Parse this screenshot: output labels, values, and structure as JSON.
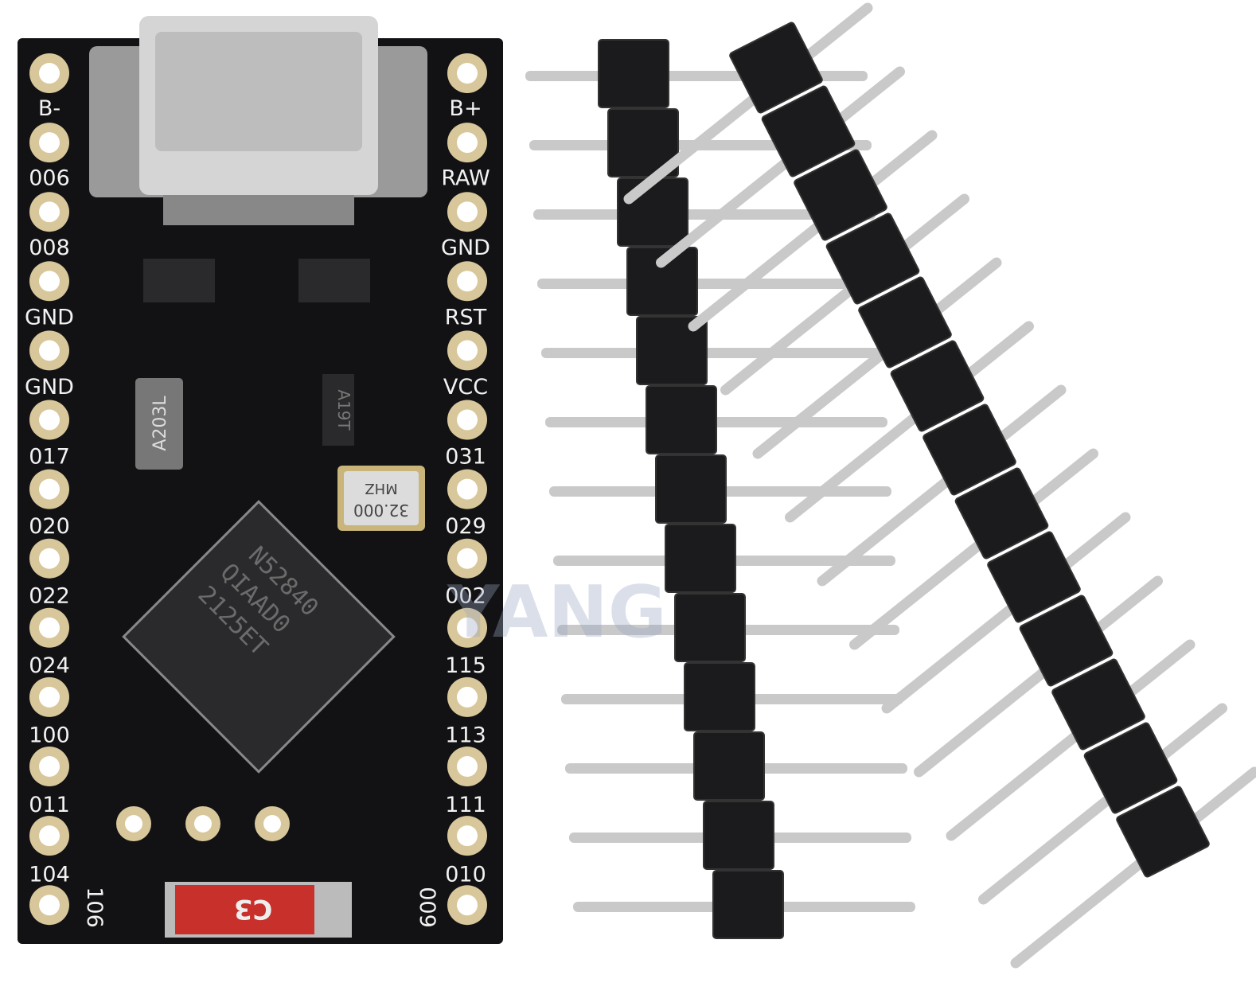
{
  "board": {
    "left_labels": [
      "B-",
      "006",
      "008",
      "GND",
      "GND",
      "017",
      "020",
      "022",
      "024",
      "100",
      "011",
      "104"
    ],
    "right_labels": [
      "B+",
      "RAW",
      "GND",
      "RST",
      "VCC",
      "031",
      "029",
      "002",
      "115",
      "113",
      "111",
      "010"
    ],
    "bottom_left_label": "106",
    "bottom_right_label": "009",
    "mcu_text": [
      "N52840",
      "QIAAD0",
      "2125ET"
    ],
    "crystal_text": [
      "32.000",
      "MHZ"
    ],
    "chip_a_text": "A203L",
    "chip_b_text": "A19T",
    "antenna_text": "C3",
    "pad_count_per_side": 13
  },
  "watermark": "YANG",
  "colors": {
    "pcb": "#121214",
    "pad": "#d8c79a",
    "pin": "#c9c9c9",
    "header": "#1b1b1d",
    "antenna": "#c8302c"
  }
}
